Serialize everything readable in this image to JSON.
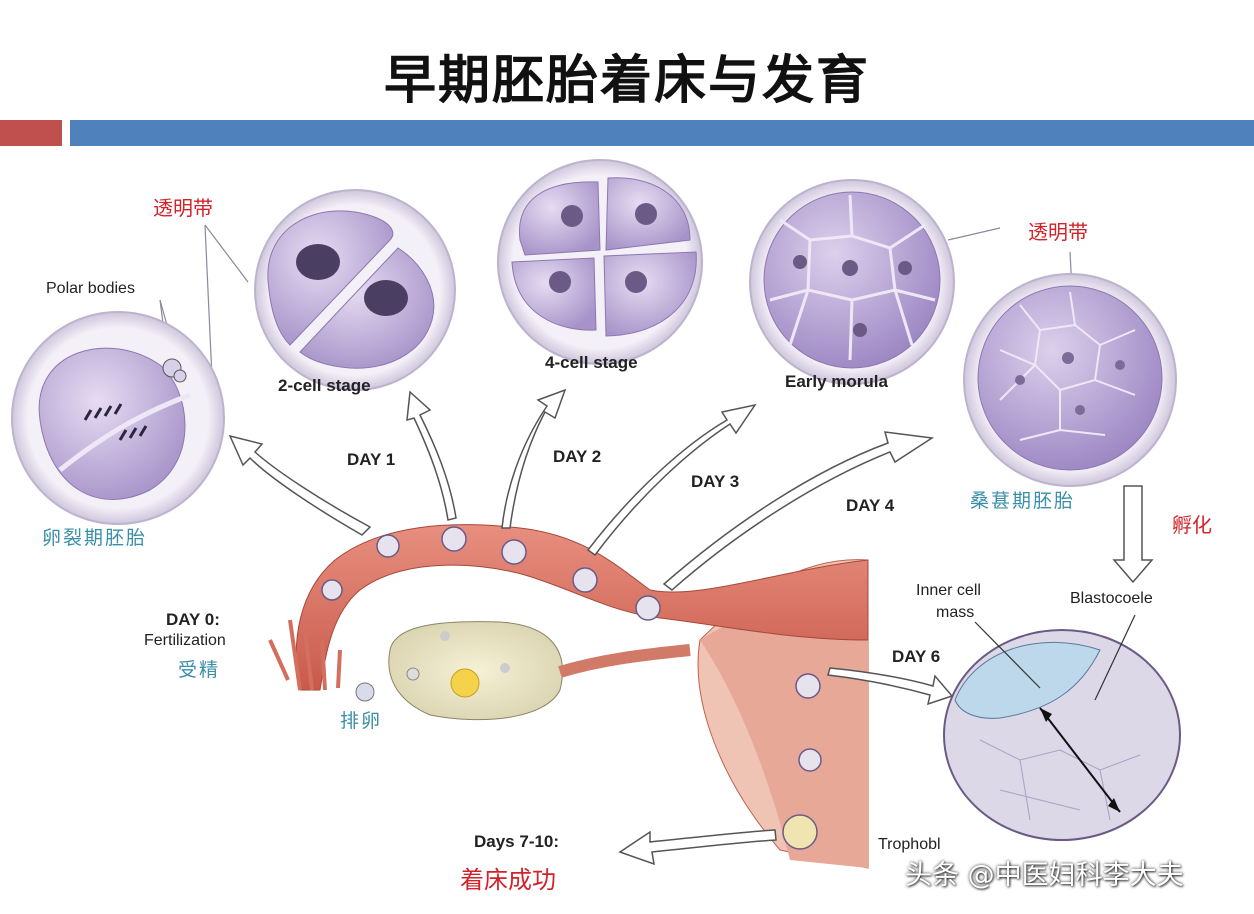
{
  "title": "早期胚胎着床与发育",
  "colors": {
    "accent_red": "#c0504d",
    "accent_blue": "#4f81bd",
    "cell": "#c8b8e0",
    "tube": "#e07a6a"
  },
  "labels": {
    "zona_top": "透明带",
    "zona_right": "透明带",
    "polar_bodies": "Polar bodies",
    "two_cell": "2-cell stage",
    "four_cell": "4-cell stage",
    "early_morula": "Early morula",
    "cleavage_embryo": "卵裂期胚胎",
    "morula_embryo": "桑葚期胚胎",
    "hatching": "孵化",
    "day1": "DAY 1",
    "day2": "DAY 2",
    "day3": "DAY 3",
    "day4": "DAY 4",
    "day0": "DAY 0:",
    "fertilization": "Fertilization",
    "fertilization_zh": "受精",
    "ovulation": "排卵",
    "inner_cell_mass_1": "Inner cell",
    "inner_cell_mass_2": "mass",
    "blastocoele": "Blastocoele",
    "day6": "DAY 6",
    "trophoblast": "Trophobl",
    "days_7_10": "Days 7-10:",
    "implantation": "着床成功",
    "watermark": "头条 @中医妇科李大夫"
  }
}
